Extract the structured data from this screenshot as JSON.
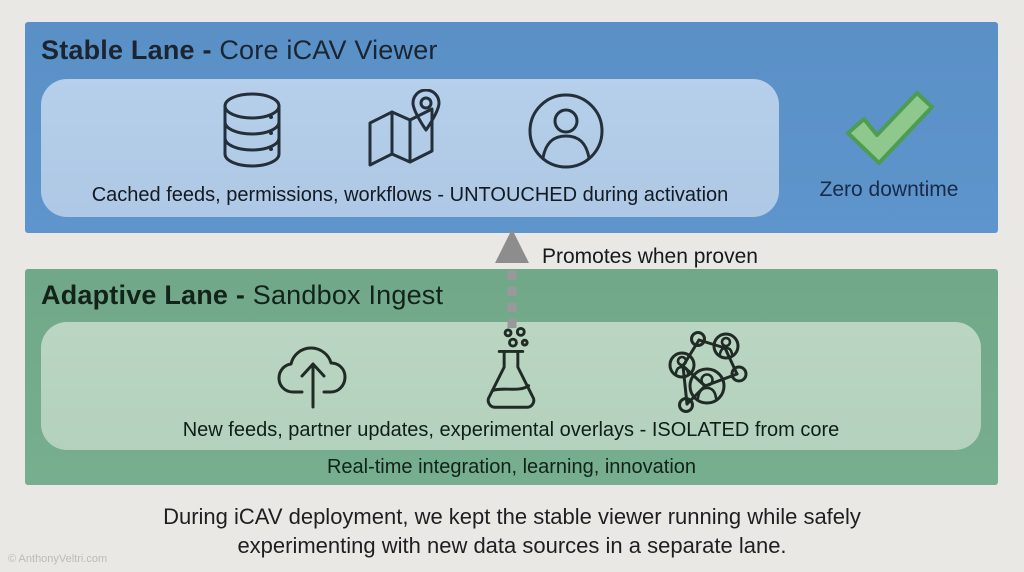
{
  "page": {
    "background": "#e9e8e5",
    "watermark": "© AnthonyVeltri.com"
  },
  "stable_lane": {
    "title_bold": "Stable Lane -",
    "title_regular": "Core iCAV Viewer",
    "bg_color": "#5b92c8",
    "inner_bg_color": "#b3cce8",
    "icons": [
      "database-icon",
      "map-pin-icon",
      "user-icon"
    ],
    "caption": "Cached feeds, permissions, workflows - UNTOUCHED during activation",
    "badge": {
      "icon": "checkmark-icon",
      "check_color": "#8ec88c",
      "check_outline": "#4c9d52",
      "label": "Zero downtime"
    }
  },
  "promotion": {
    "label": "Promotes when proven",
    "arrow_icon": "dashed-up-arrow-icon",
    "arrow_color": "#8d8d8d",
    "direction": "up"
  },
  "adaptive_lane": {
    "title_bold": "Adaptive Lane -",
    "title_regular": "Sandbox Ingest",
    "bg_color": "#74ab8c",
    "inner_bg_color": "#b8d4c1",
    "icons": [
      "cloud-upload-icon",
      "flask-icon",
      "network-people-icon"
    ],
    "caption": "New feeds, partner updates, experimental overlays - ISOLATED from core",
    "subcaption": "Real-time integration, learning, innovation"
  },
  "footer": {
    "line1": "During iCAV deployment, we kept the stable viewer running while safely",
    "line2": "experimenting with new data sources in a separate lane."
  }
}
